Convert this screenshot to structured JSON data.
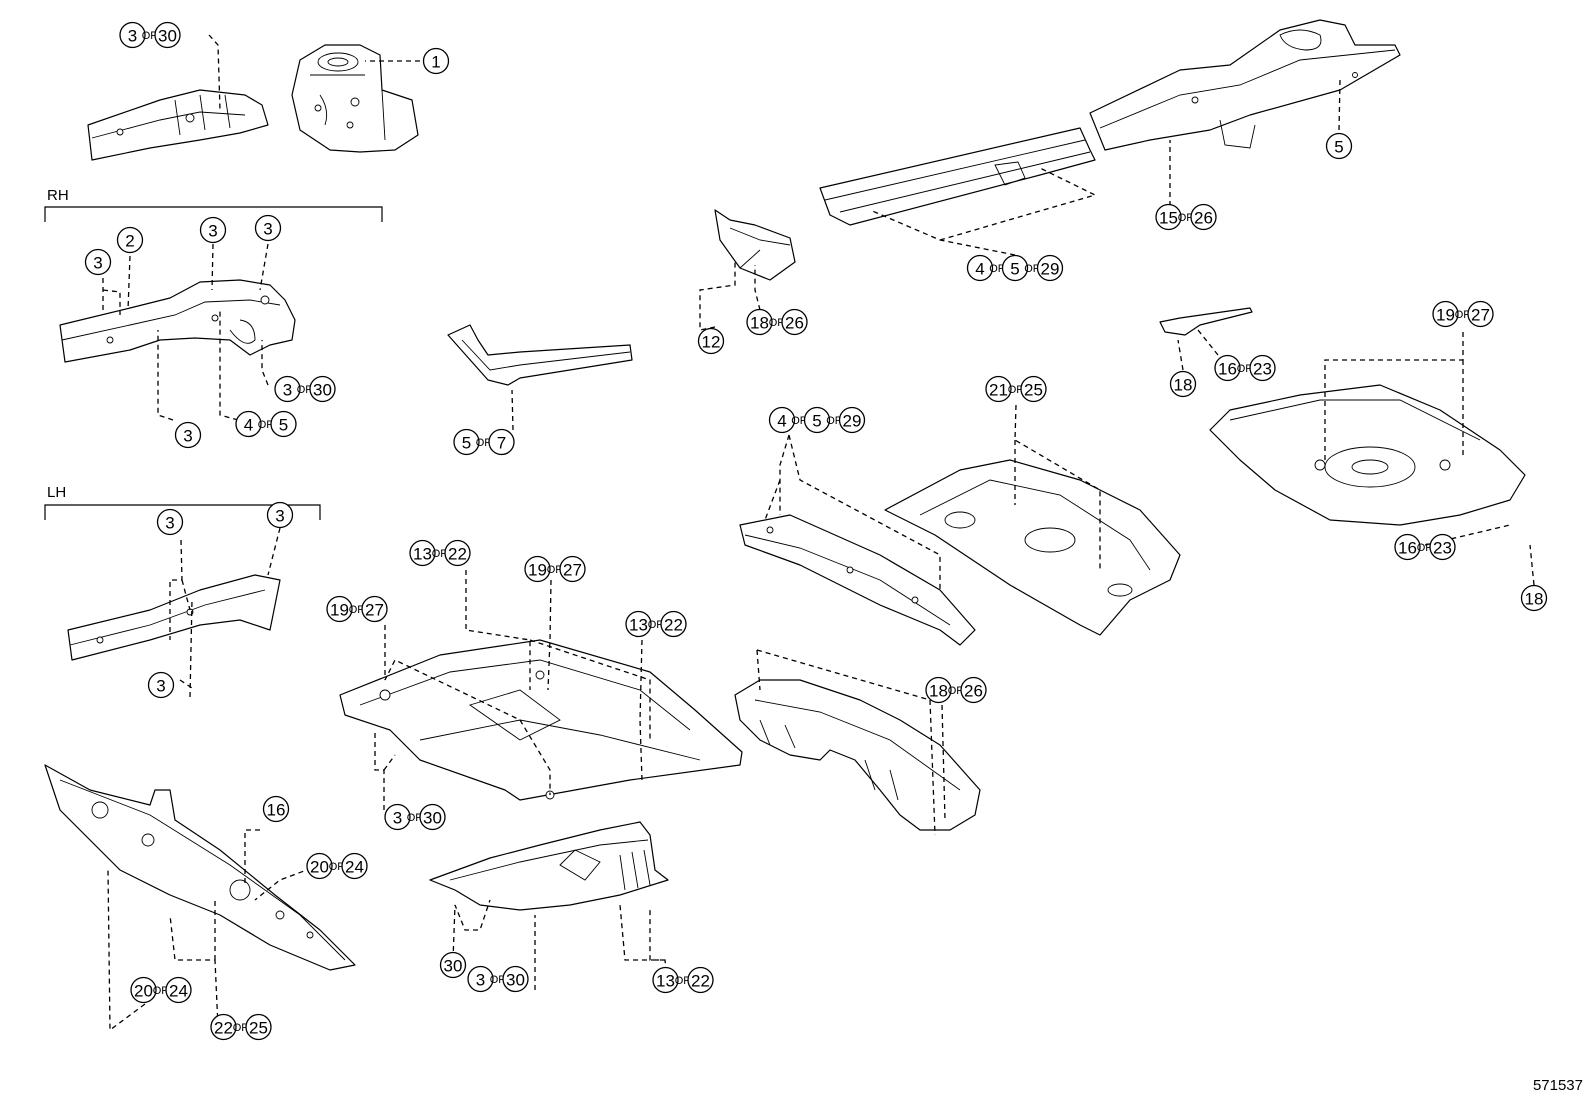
{
  "labels": {
    "rh": "RH",
    "lh": "LH",
    "diagram_id": "571537"
  },
  "callouts": [
    {
      "id": "c01",
      "parts": [
        "3",
        "30"
      ]
    },
    {
      "id": "c02",
      "parts": [
        "1"
      ]
    },
    {
      "id": "c03",
      "parts": [
        "5"
      ]
    },
    {
      "id": "c04",
      "parts": [
        "15",
        "26"
      ]
    },
    {
      "id": "c05",
      "parts": [
        "4",
        "5",
        "29"
      ]
    },
    {
      "id": "c06",
      "parts": [
        "3"
      ]
    },
    {
      "id": "c07",
      "parts": [
        "2"
      ]
    },
    {
      "id": "c08",
      "parts": [
        "3"
      ]
    },
    {
      "id": "c09",
      "parts": [
        "3"
      ]
    },
    {
      "id": "c10",
      "parts": [
        "3",
        "30"
      ]
    },
    {
      "id": "c11",
      "parts": [
        "3"
      ]
    },
    {
      "id": "c12",
      "parts": [
        "4",
        "5"
      ]
    },
    {
      "id": "c13",
      "parts": [
        "5",
        "7"
      ]
    },
    {
      "id": "c14",
      "parts": [
        "12"
      ]
    },
    {
      "id": "c15",
      "parts": [
        "18",
        "26"
      ]
    },
    {
      "id": "c16",
      "parts": [
        "18"
      ]
    },
    {
      "id": "c17",
      "parts": [
        "16",
        "23"
      ]
    },
    {
      "id": "c18",
      "parts": [
        "19",
        "27"
      ]
    },
    {
      "id": "c19",
      "parts": [
        "4",
        "5",
        "29"
      ]
    },
    {
      "id": "c20",
      "parts": [
        "21",
        "25"
      ]
    },
    {
      "id": "c21",
      "parts": [
        "16",
        "23"
      ]
    },
    {
      "id": "c22",
      "parts": [
        "18"
      ]
    },
    {
      "id": "c23",
      "parts": [
        "3"
      ]
    },
    {
      "id": "c24",
      "parts": [
        "3"
      ]
    },
    {
      "id": "c25",
      "parts": [
        "3"
      ]
    },
    {
      "id": "c26",
      "parts": [
        "13",
        "22"
      ]
    },
    {
      "id": "c27",
      "parts": [
        "19",
        "27"
      ]
    },
    {
      "id": "c28",
      "parts": [
        "19",
        "27"
      ]
    },
    {
      "id": "c29",
      "parts": [
        "13",
        "22"
      ]
    },
    {
      "id": "c30",
      "parts": [
        "18",
        "26"
      ]
    },
    {
      "id": "c31",
      "parts": [
        "3",
        "30"
      ]
    },
    {
      "id": "c32",
      "parts": [
        "16"
      ]
    },
    {
      "id": "c33",
      "parts": [
        "20",
        "24"
      ]
    },
    {
      "id": "c34",
      "parts": [
        "30"
      ]
    },
    {
      "id": "c35",
      "parts": [
        "3",
        "30"
      ]
    },
    {
      "id": "c36",
      "parts": [
        "13",
        "22"
      ]
    },
    {
      "id": "c37",
      "parts": [
        "20",
        "24"
      ]
    },
    {
      "id": "c38",
      "parts": [
        "22",
        "25"
      ]
    }
  ],
  "or_word": "OR"
}
